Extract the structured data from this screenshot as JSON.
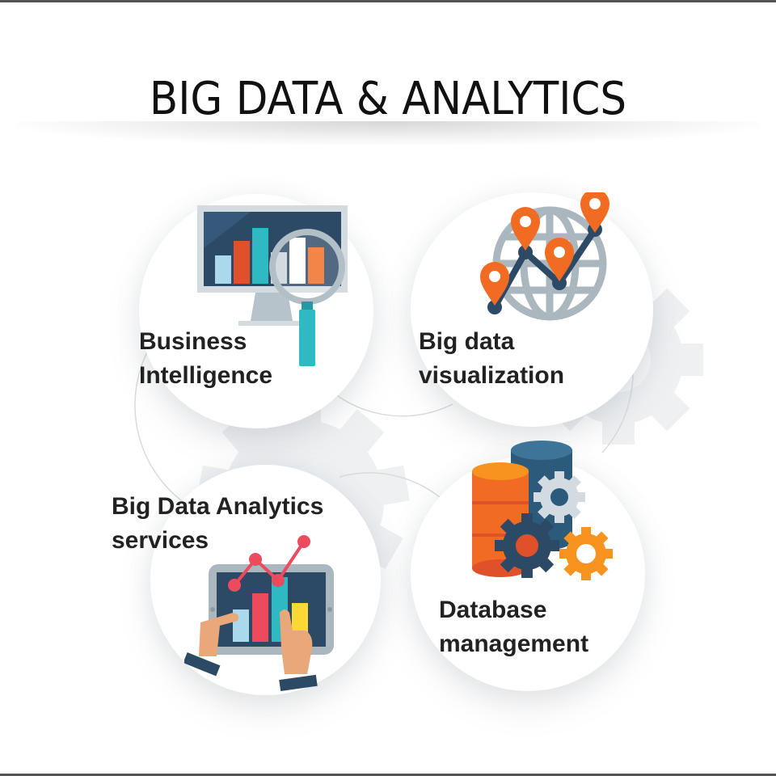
{
  "title": "BIG DATA & ANALYTICS",
  "colors": {
    "navy": "#2c4a66",
    "teal": "#2fb9c2",
    "orange": "#f26b22",
    "light_orange": "#f7931e",
    "red_orange": "#e0502a",
    "pink_red": "#ee4a5d",
    "light_blue": "#a9d9ea",
    "gray": "#aab7bf",
    "yellow": "#fcd835",
    "skin": "#e9a77a",
    "background_gear": "#eef0f2"
  },
  "items": [
    {
      "id": "business-intelligence",
      "line1": "Business",
      "line2": "Intelligence",
      "icon": "monitor-magnifier-icon"
    },
    {
      "id": "big-data-visualization",
      "line1": "Big data",
      "line2": "visualization",
      "icon": "globe-pins-chart-icon"
    },
    {
      "id": "big-data-analytics-services",
      "line1": "Big Data Analytics",
      "line2": "services",
      "icon": "tablet-chart-hands-icon"
    },
    {
      "id": "database-management",
      "line1": "Database",
      "line2": "management",
      "icon": "database-gears-icon"
    }
  ]
}
